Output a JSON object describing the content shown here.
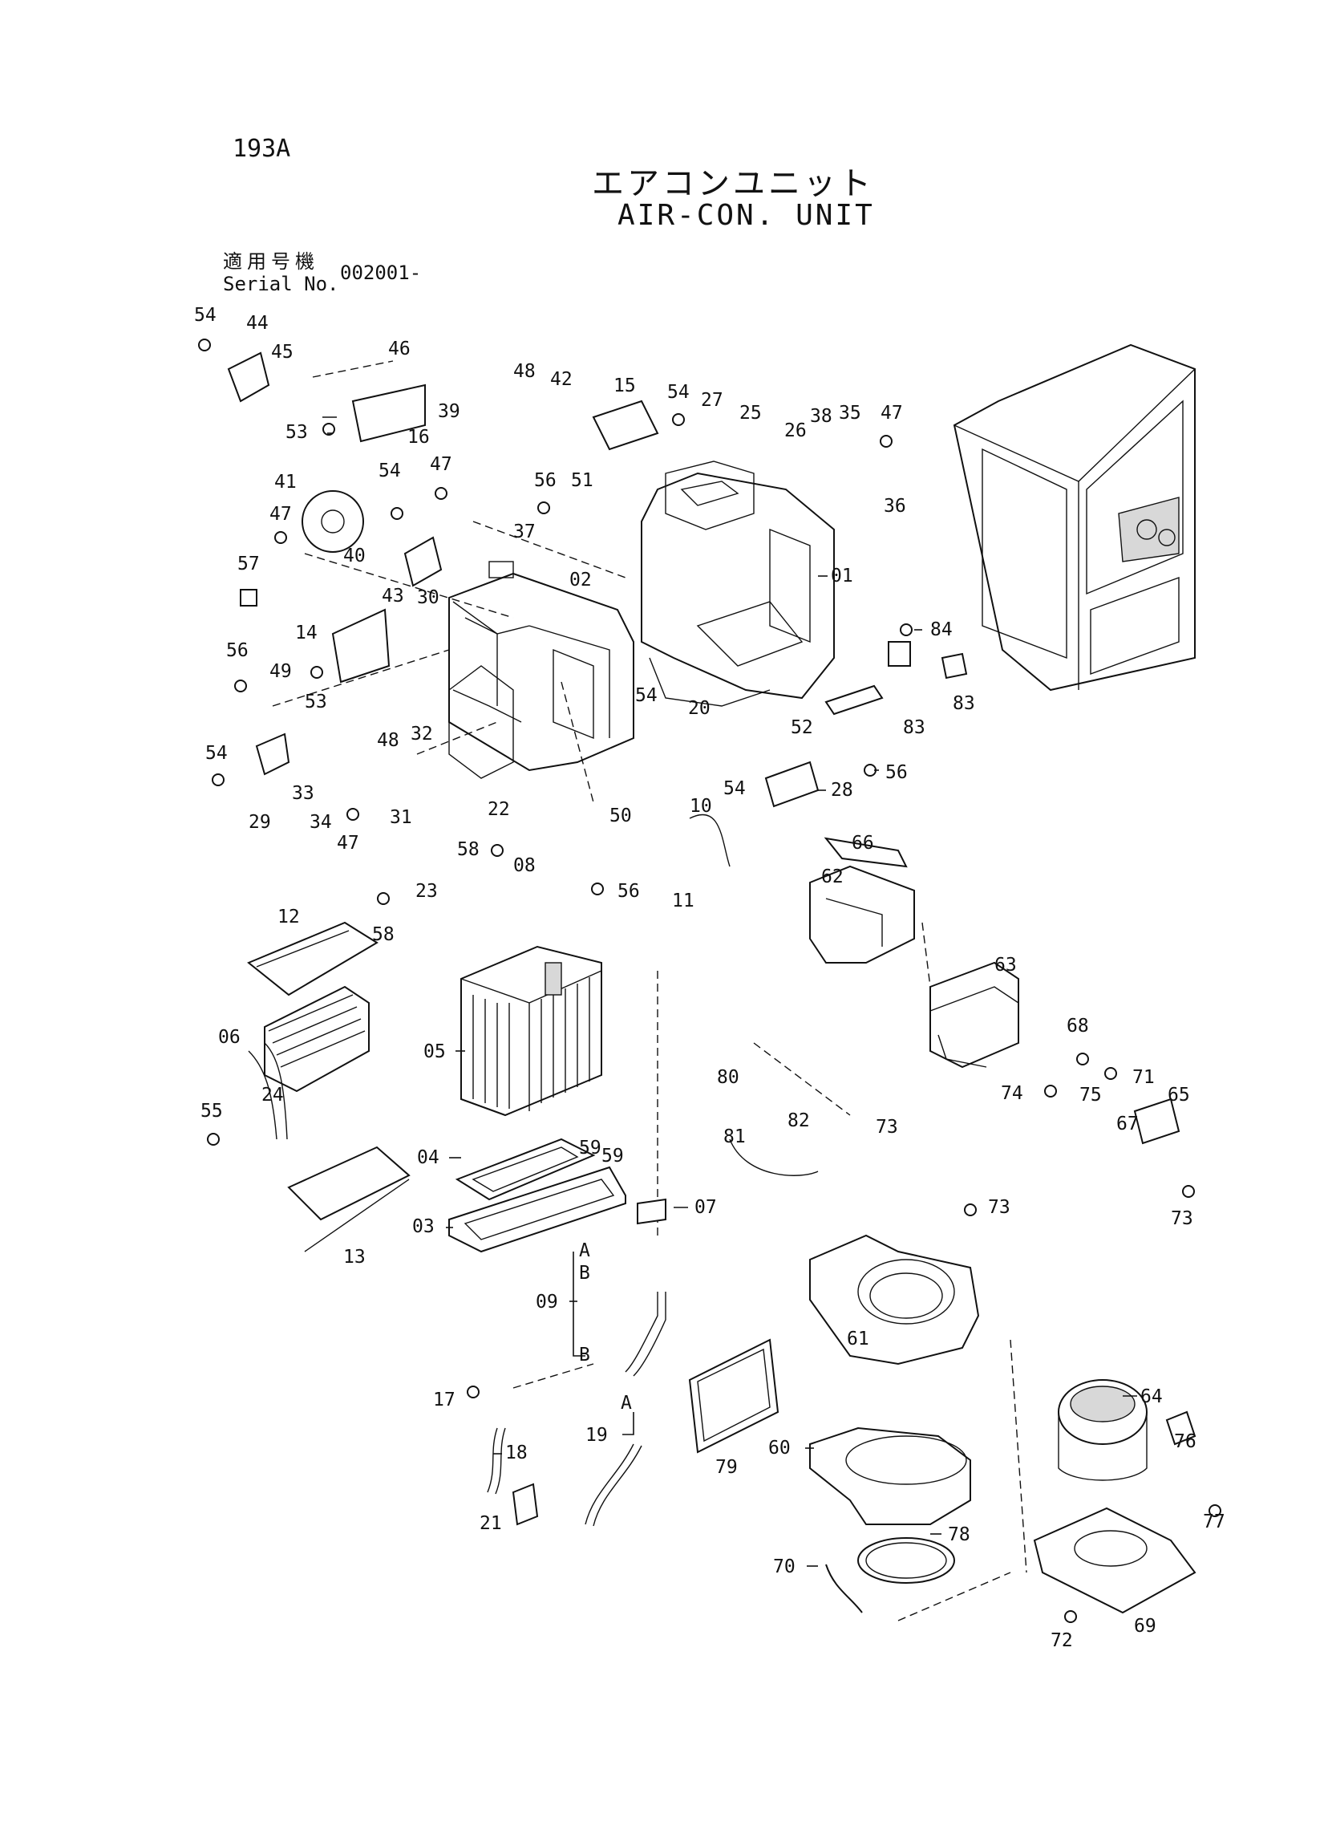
{
  "page_code": "193A",
  "title_ja": "エアコンユニット",
  "title_en": "AIR-CON. UNIT",
  "serial": {
    "label_ja": "適用号機",
    "label_en": "Serial No.",
    "value": "002001-"
  },
  "callouts": {
    "c54a": "54",
    "c44": "44",
    "c45": "45",
    "c46": "46",
    "c53a": "53",
    "c16": "16",
    "c39": "39",
    "c48a": "48",
    "c42": "42",
    "c15": "15",
    "c54b": "54",
    "c27": "27",
    "c25": "25",
    "c26": "26",
    "c38": "38",
    "c35": "35",
    "c47a": "47",
    "c36": "36",
    "c41": "41",
    "c54c": "54",
    "c47b": "47",
    "c56a": "56",
    "c51": "51",
    "c37": "37",
    "c47c": "47",
    "c40": "40",
    "c30": "30",
    "c57": "57",
    "c02": "02",
    "c01": "01",
    "c43": "43",
    "c14": "14",
    "c84": "84",
    "c56b": "56",
    "c49": "49",
    "c53b": "53",
    "c54d": "54",
    "c20": "20",
    "c83a": "83",
    "c83b": "83",
    "c52": "52",
    "c48b": "48",
    "c32": "32",
    "c54e": "54",
    "c33": "33",
    "c29": "29",
    "c34": "34",
    "c31": "31",
    "c47d": "47",
    "c56c": "56",
    "c54f": "54",
    "c28": "28",
    "c10": "10",
    "c22": "22",
    "c50": "50",
    "c66": "66",
    "c58a": "58",
    "c08": "08",
    "c56d": "56",
    "c23": "23",
    "c58b": "58",
    "c11": "11",
    "c62": "62",
    "c12": "12",
    "c63": "63",
    "c05": "05",
    "c06": "06",
    "c68": "68",
    "c80": "80",
    "c71": "71",
    "c24": "24",
    "c74": "74",
    "c75": "75",
    "c82": "82",
    "c73a": "73",
    "c55": "55",
    "c65": "65",
    "c67": "67",
    "c81": "81",
    "c04": "04",
    "c59a": "59",
    "c59b": "59",
    "c13": "13",
    "c73b": "73",
    "c03": "03",
    "c07": "07",
    "c73c": "73",
    "cA1": "A",
    "cB1": "B",
    "c09": "09",
    "c61": "61",
    "cB2": "B",
    "c64": "64",
    "c17": "17",
    "cA2": "A",
    "c19": "19",
    "c60": "60",
    "c79": "79",
    "c18": "18",
    "c76": "76",
    "c77": "77",
    "c21": "21",
    "c78": "78",
    "c70": "70",
    "c72": "72",
    "c69": "69"
  }
}
